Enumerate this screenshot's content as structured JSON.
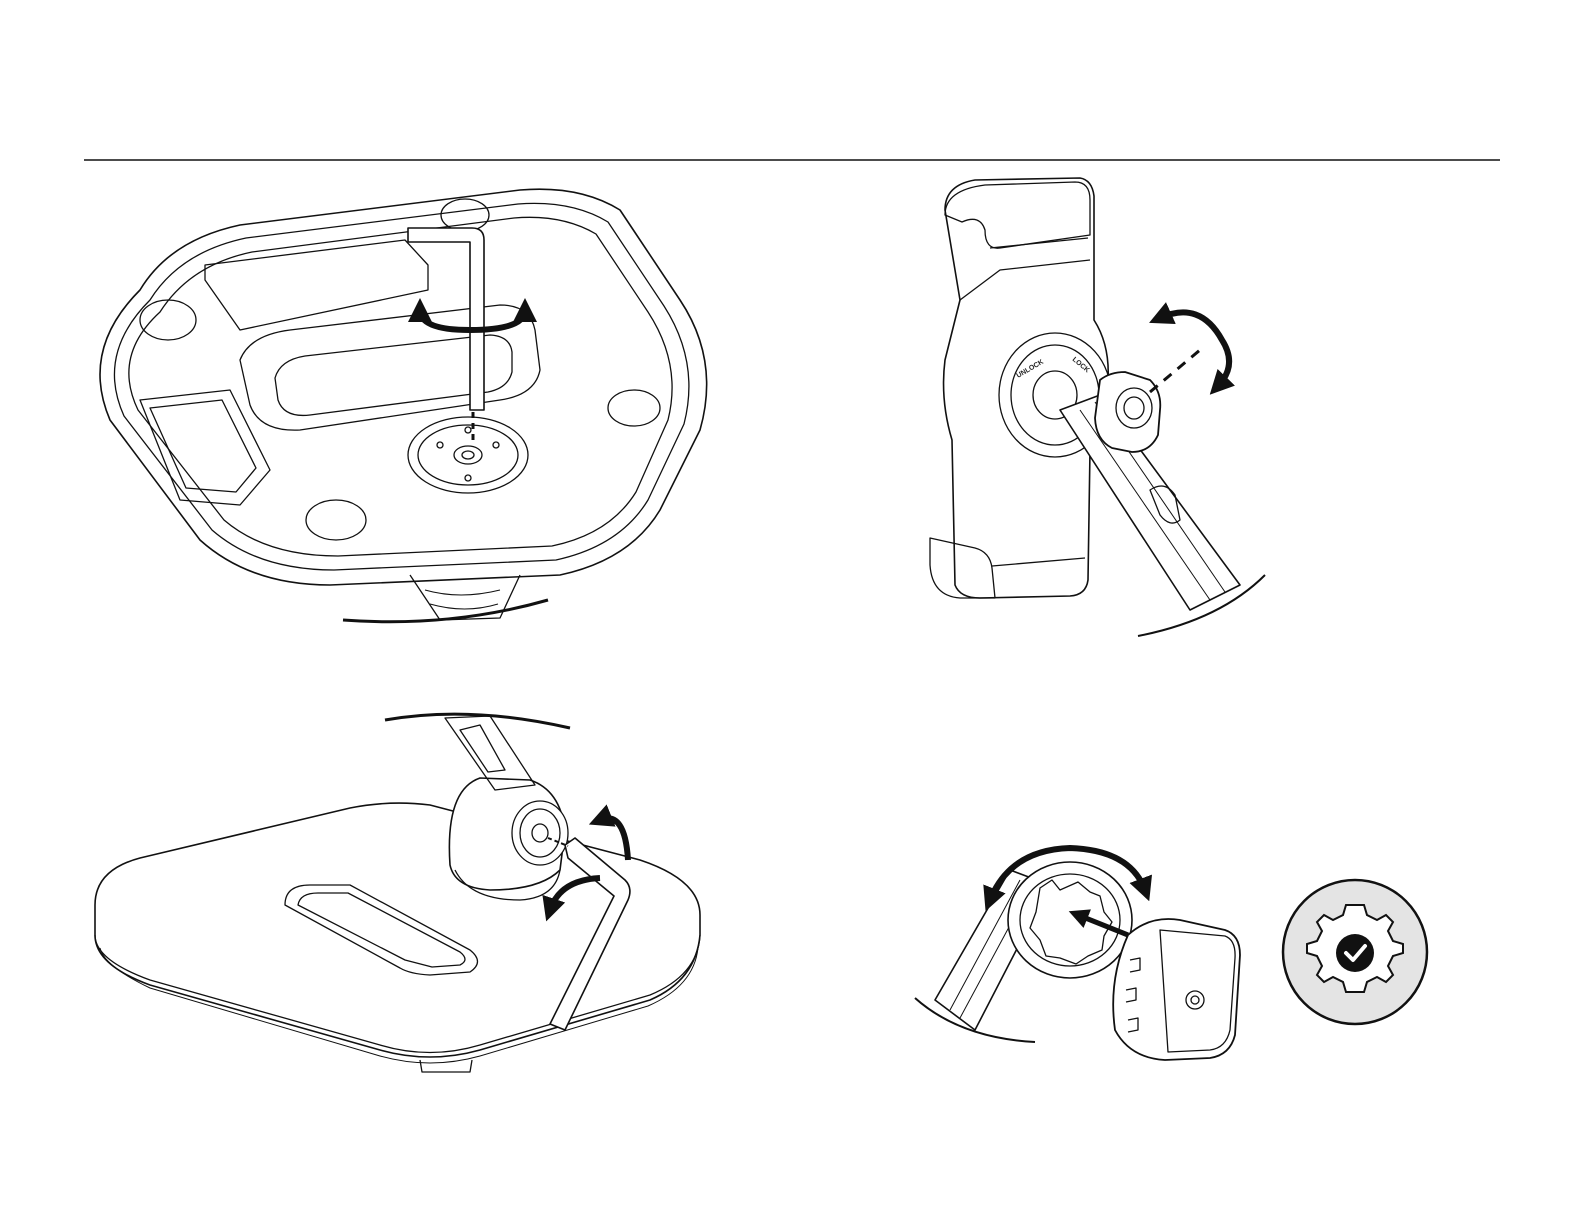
{
  "page": {
    "background": "#ffffff",
    "line_color": "#1a1a1a",
    "badge_fill": "#e4e4e4"
  },
  "panels": [
    {
      "id": "step-1",
      "subject": "base-underside-hex-key",
      "icons": [
        "hex-key-icon",
        "rotate-arrow-icon"
      ]
    },
    {
      "id": "step-2",
      "subject": "tablet-holder-knob",
      "icons": [
        "rotate-arrow-icon"
      ]
    },
    {
      "id": "step-3",
      "subject": "base-top-hex-key",
      "icons": [
        "hex-key-icon",
        "rotate-arrow-icon"
      ]
    },
    {
      "id": "step-4",
      "subject": "quick-release-plate",
      "icons": [
        "rotate-arrow-icon",
        "push-arrow-icon",
        "gear-check-icon"
      ]
    }
  ],
  "labels": {
    "unlock": "UNLOCK",
    "lock": "LOCK"
  }
}
